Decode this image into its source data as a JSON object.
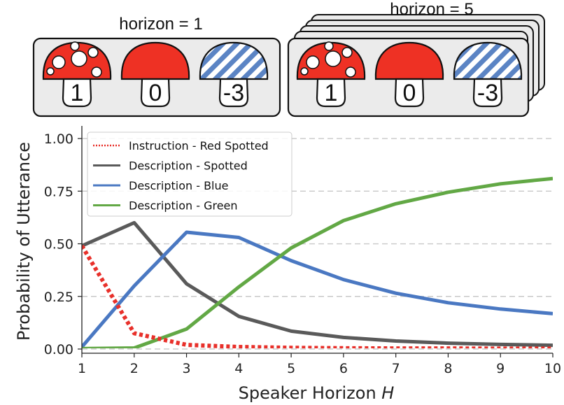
{
  "panels": [
    {
      "caption": "horizon = 1",
      "stacked": false
    },
    {
      "caption": "horizon = 5",
      "stacked": true
    }
  ],
  "mushrooms": [
    {
      "cap": "red-spotted",
      "value": "1"
    },
    {
      "cap": "red",
      "value": "0"
    },
    {
      "cap": "blue-striped",
      "value": "-3"
    }
  ],
  "colors": {
    "red_cap": "#ee3124",
    "blue_stripe": "#5b84c4",
    "card_bg": "#ebebeb",
    "instruction": "#e8302a",
    "spotted": "#5a5a5a",
    "blue": "#4a78c2",
    "green": "#62a845"
  },
  "chart_data": {
    "type": "line",
    "xlabel": "Speaker Horizon ",
    "xlabel_var": "H",
    "ylabel": "Probability of Utterance",
    "x": [
      1,
      2,
      3,
      4,
      5,
      6,
      7,
      8,
      9,
      10
    ],
    "xlim": [
      1,
      10
    ],
    "ylim": [
      -0.02,
      1.06
    ],
    "yticks": [
      "0.00",
      "0.25",
      "0.50",
      "0.75",
      "1.00"
    ],
    "ytick_values": [
      0,
      0.25,
      0.5,
      0.75,
      1.0
    ],
    "grid": "horizontal dashed",
    "legend_position": "upper-left",
    "series": [
      {
        "name": "Instruction  - Red Spotted",
        "style": "dotted",
        "values": [
          0.49,
          0.075,
          0.02,
          0.01,
          0.006,
          0.004,
          0.003,
          0.003,
          0.002,
          0.002
        ]
      },
      {
        "name": "Description - Spotted",
        "style": "solid",
        "values": [
          0.49,
          0.6,
          0.31,
          0.155,
          0.085,
          0.055,
          0.038,
          0.028,
          0.022,
          0.018
        ]
      },
      {
        "name": "Description - Blue",
        "style": "solid",
        "values": [
          0.01,
          0.3,
          0.555,
          0.53,
          0.42,
          0.33,
          0.265,
          0.22,
          0.19,
          0.168
        ]
      },
      {
        "name": "Description - Green",
        "style": "solid",
        "values": [
          0.002,
          0.005,
          0.095,
          0.295,
          0.48,
          0.61,
          0.69,
          0.745,
          0.785,
          0.81
        ]
      }
    ]
  }
}
